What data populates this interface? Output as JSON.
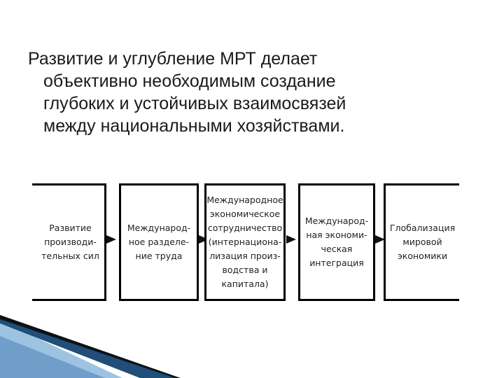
{
  "paragraph": {
    "lines": [
      "Развитие и углубление МРТ делает",
      "объективно необходимым создание",
      "глубоких и устойчивых взаимосвязей",
      "между национальными хозяйствами."
    ]
  },
  "flow": {
    "boxes": [
      "Развитие\nпроизводи-\nтельных сил",
      "Международ-\nное разделе-\nние труда",
      "Международное\nэкономическое\nсотрудничество\n(интернациона-\nлизация произ-\nводства и\nкапитала)",
      "Международ-\nная экономи-\nческая\nинтеграция",
      "Глобализация\nмировой\nэкономики"
    ]
  },
  "colors": {
    "corner_swoosh_light": "#9dc3e0",
    "corner_swoosh_dark": "#1f4e79",
    "corner_swoosh_black": "#111111"
  }
}
